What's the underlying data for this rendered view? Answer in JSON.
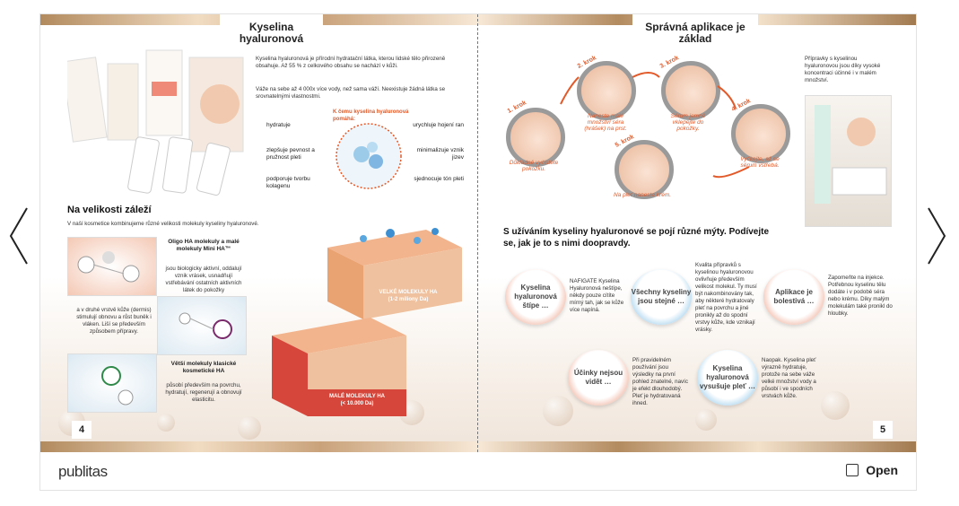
{
  "left_page": {
    "title": "Kyselina hyaluronová",
    "intro1": "Kyselina hyaluronová je přírodní hydratační látka, kterou lidské tělo přirozeně obsahuje. Až 55 % z celkového obsahu se nachází v kůži.",
    "intro2": "Váže na sebe až 4 000x více vody, než sama váží. Neexistuje žádná látka se srovnatelnými vlastnostmi.",
    "benefits_left": [
      "hydratuje",
      "zlepšuje pevnost a pružnost pleti",
      "podporuje tvorbu kolagenu"
    ],
    "benefits_right": [
      "urychluje hojení ran",
      "minimalizuje vznik jizev",
      "sjednocuje tón pleti"
    ],
    "circle_text": "K čemu kyselina hyaluronová pomáhá:",
    "section_heading": "Na velikosti záleží",
    "section_intro": "V naší kosmetice kombinujeme různé velikosti molekuly kyseliny hyaluronové.",
    "oligo_title": "Oligo HA molekuly a malé molekuly Mini HA™",
    "oligo_text": "jsou biologicky aktivní, oddalují vznik vrásek, usnadňují vstřebávání ostatních aktivních látek do pokožky",
    "middle_text": "a v druhé vrstvě kůže (dermis) stimulují obnovu a růst buněk i vláken. Liší se především způsobem přípravy.",
    "large_title": "Větší molekuly klasické kosmetické HA",
    "large_text": "působí především na povrchu, hydratují, regenerují a obnovují elasticitu.",
    "big_molecules_label": "VELKÉ MOLEKULY HA\n(1-2 miliony Da)",
    "small_molecules_label": "MALÉ MOLEKULY HA\n(< 10.000 Da)",
    "page_number": "4"
  },
  "right_page": {
    "title": "Správná aplikace je základ",
    "side_text": "Přípravky s kyselinou hyaluronovou jsou díky vysoké koncentraci účinné i v malém množství.",
    "steps": [
      {
        "label": "1. krok",
        "caption": "Důkladně vyčistěte pokožku."
      },
      {
        "label": "2. krok",
        "caption": "Naneste malé množství séra (hrášek) na prst."
      },
      {
        "label": "3. krok",
        "caption": "Sérum jemně vklepejte do pokožky."
      },
      {
        "label": "4. krok",
        "caption": "Vyčkejte, až se sérum vstřebá."
      },
      {
        "label": "5. krok",
        "caption": "Na pleť naneste krém."
      }
    ],
    "myths_heading": "S užíváním kyseliny hyaluronové se pojí různé mýty. Podívejte se, jak je to s nimi doopravdy.",
    "myths": [
      {
        "q": "Kyselina hyaluronová štípe …",
        "a": "NAFIGATE Kyselina Hyaluronová neštípe, někdy pouze cítíte mírný tah, jak se kůže více napíná."
      },
      {
        "q": "Všechny kyseliny jsou stejné …",
        "a": "Kvalita přípravků s kyselinou hyaluronovou ovlivňuje především velikost molekul. Ty musí být nakombinovány tak, aby některé hydratovaly pleť na povrchu a jiné pronikly až do spodní vrstvy kůže, kde vznikají vrásky."
      },
      {
        "q": "Aplikace je bolestivá …",
        "a": "Zapomeňte na injekce. Potřebnou kyselinu tělu dodáte i v podobě séra nebo krému. Díky malým molekulám také pronikl do hloubky."
      },
      {
        "q": "Účinky nejsou vidět …",
        "a": "Při pravidelném používání jsou výsledky na první pohled znatelné, navíc je efekt dlouhodobý. Pleť je hydratovaná ihned."
      },
      {
        "q": "Kyselina hyaluronová vysušuje pleť …",
        "a": "Naopak. Kyselina pleť výrazně hydratuje, protože na sebe váže velké množství vody a působí i ve spodních vrstvách kůže."
      }
    ],
    "page_number": "5"
  },
  "footer": {
    "brand": "publitas",
    "open_label": "Open"
  },
  "colors": {
    "accent": "#e25a2a",
    "gold": "#c9a27a",
    "blue": "#3d8fd1"
  }
}
